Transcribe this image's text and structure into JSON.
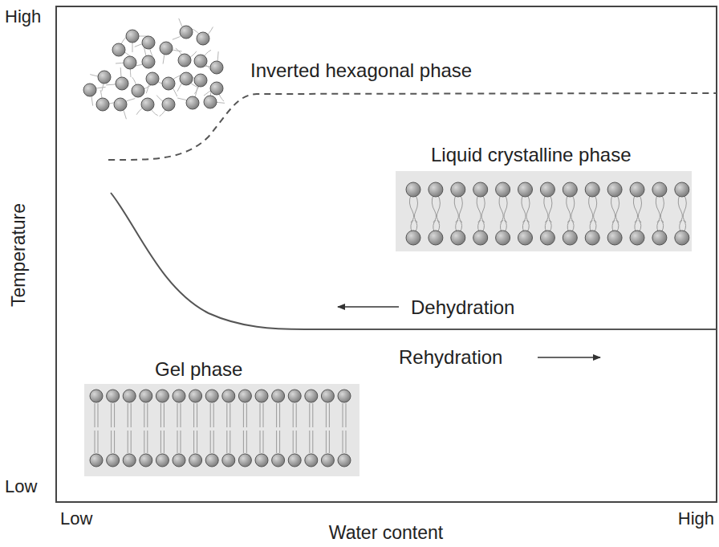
{
  "diagram": {
    "labels": [
      "High",
      "Low",
      "Temperature",
      "Low",
      "High",
      "Water content",
      "Inverted hexagonal phase",
      "Liquid crystalline phase",
      "Dehydration",
      "Rehydration",
      "Gel phase"
    ]
  }
}
